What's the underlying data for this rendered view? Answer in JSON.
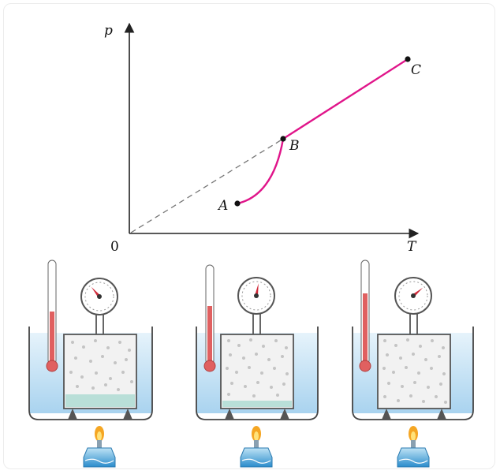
{
  "graph": {
    "y_axis_label": "p",
    "x_axis_label": "T",
    "origin_label": "0",
    "points": [
      {
        "label": "A"
      },
      {
        "label": "B"
      },
      {
        "label": "C"
      }
    ],
    "curve_color": "#e0158a",
    "dashed_color": "#777777"
  },
  "apparatus": [
    {
      "stage": "A",
      "thermometer_level": 0.55,
      "gauge_needle_deg": -40,
      "liquid_present": true
    },
    {
      "stage": "B",
      "thermometer_level": 0.72,
      "gauge_needle_deg": 10,
      "liquid_present": true
    },
    {
      "stage": "C",
      "thermometer_level": 0.87,
      "gauge_needle_deg": 45,
      "liquid_present": false
    }
  ],
  "colors": {
    "water": "#cfe6f5",
    "liquid": "#b9dfd8",
    "thermometer_fluid": "#e06060",
    "flame": "#f5a623",
    "burner": "#4aa8d8"
  }
}
